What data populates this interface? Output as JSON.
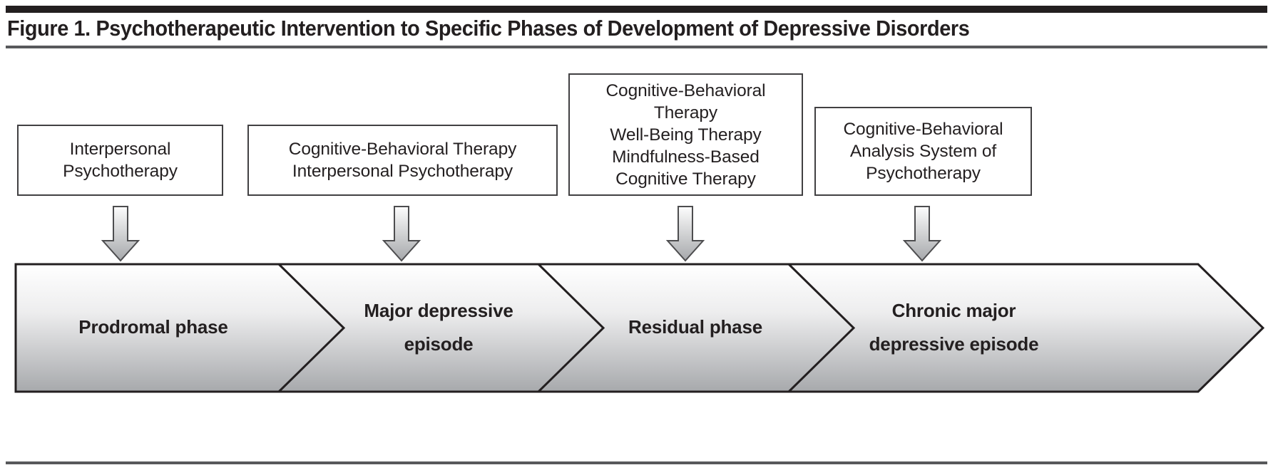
{
  "figure": {
    "title": "Figure 1. Psychotherapeutic Intervention to Specific Phases of Development of Depressive Disorders"
  },
  "therapy_boxes": [
    {
      "id": "box-1",
      "text": "Interpersonal\nPsychotherapy"
    },
    {
      "id": "box-2",
      "text": "Cognitive-Behavioral Therapy\nInterpersonal Psychotherapy"
    },
    {
      "id": "box-3",
      "text": "Cognitive-Behavioral\nTherapy\nWell-Being Therapy\nMindfulness-Based\nCognitive Therapy"
    },
    {
      "id": "box-4",
      "text": "Cognitive-Behavioral\nAnalysis System of\nPsychotherapy"
    }
  ],
  "phases": [
    {
      "id": "phase-1",
      "label": "Prodromal phase"
    },
    {
      "id": "phase-2",
      "label": "Major depressive\nepisode"
    },
    {
      "id": "phase-3",
      "label": "Residual phase"
    },
    {
      "id": "phase-4",
      "label": "Chronic major\ndepressive episode"
    }
  ],
  "colors": {
    "text": "#231f20",
    "box_border": "#414042",
    "rule_dark": "#231f20",
    "rule_gray": "#58595b",
    "banner_gradient_top": "#ffffff",
    "banner_gradient_bottom": "#a7a9ac",
    "arrow_gradient_top": "#fdfdfd",
    "arrow_gradient_bottom": "#a6a8ab",
    "background": "#ffffff"
  }
}
